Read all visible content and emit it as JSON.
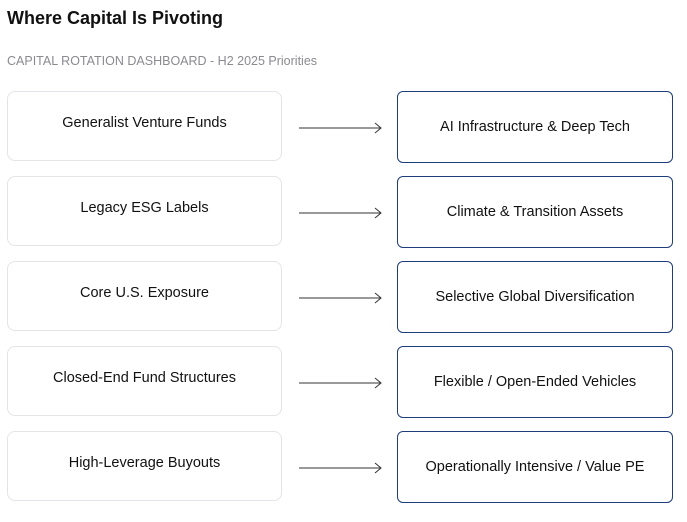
{
  "header": {
    "title": "Where Capital Is Pivoting",
    "subtitle": "CAPITAL ROTATION DASHBOARD - H2 2025 Priorities"
  },
  "rotations": [
    {
      "from": "Generalist Venture Funds",
      "to": "AI Infrastructure & Deep Tech"
    },
    {
      "from": "Legacy ESG Labels",
      "to": "Climate & Transition Assets"
    },
    {
      "from": "Core U.S. Exposure",
      "to": "Selective Global Diversification"
    },
    {
      "from": "Closed-End Fund Structures",
      "to": "Flexible / Open-Ended Vehicles"
    },
    {
      "from": "High-Leverage Buyouts",
      "to": "Operationally Intensive / Value PE"
    }
  ],
  "colors": {
    "target_border": "#1f3d7a",
    "source_border": "#e4e4e8",
    "arrow": "#333333"
  },
  "icons": {
    "connector": "right-arrow-icon"
  }
}
